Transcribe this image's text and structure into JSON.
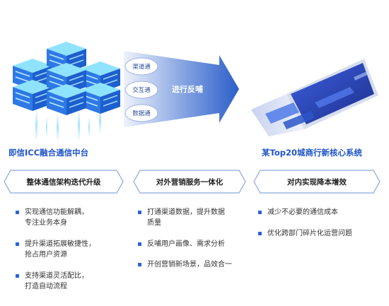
{
  "left_caption": "即信ICC融合通信中台",
  "right_caption": "某Top20城商行新核心系统",
  "arrow": {
    "label": "进行反哺",
    "channels": [
      "渠道通",
      "交互通",
      "数据通"
    ]
  },
  "columns": [
    {
      "title": "整体通信架构迭代升级",
      "items": [
        {
          "l1": "实现通信功能解耦，",
          "l2": "专注业务本身"
        },
        {
          "l1": "提升渠道拓展敏捷性，",
          "l2": "抢占用户资源"
        },
        {
          "l1": "支持渠道灵活配比，",
          "l2": "打造自动流程"
        }
      ]
    },
    {
      "title": "对外营销服务一体化",
      "items": [
        {
          "l1": "打通渠道数据，提升数据",
          "l2": "质量"
        },
        {
          "l1": "反哺用户画像、需求分析",
          "l2": ""
        },
        {
          "l1": "开创营销新场景，品效合一",
          "l2": ""
        }
      ]
    },
    {
      "title": "对内实现降本增效",
      "items": [
        {
          "l1": "减少不必要的通信成本",
          "l2": ""
        },
        {
          "l1": "优化跨部门碎片化运营问题",
          "l2": ""
        }
      ]
    }
  ],
  "colors": {
    "accent": "#1f55c9",
    "bullet": "#2d63d8",
    "arrow_light": "#eef2fb",
    "arrow_dark": "#2c5fc9",
    "server_top": "#8fe3ff",
    "server_side": "#2f79e6"
  }
}
